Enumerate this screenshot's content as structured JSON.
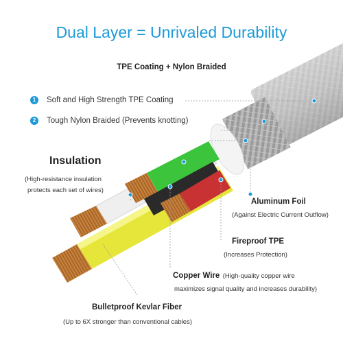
{
  "header": {
    "title": "Dual Layer = Unrivaled Durability",
    "subtitle": "TPE Coating + Nylon Braided"
  },
  "features": [
    {
      "number": "1",
      "text": "Soft and High Strength TPE Coating"
    },
    {
      "number": "2",
      "text": "Tough Nylon Braided  (Prevents knotting)"
    }
  ],
  "labels": {
    "insulation": {
      "title": "Insulation",
      "desc_line1": "(High-resistance insulation",
      "desc_line2": "protects each set of wires)"
    },
    "aluminum": {
      "title": "Aluminum Foil",
      "desc": "(Against Electric Current Outflow)"
    },
    "fireproof": {
      "title": "Fireproof TPE",
      "desc": "(Increases Protection)"
    },
    "copper": {
      "title": "Copper Wire",
      "desc_line1": "(High-quality copper wire",
      "desc_line2": "maximizes signal quality and increases durability)"
    },
    "kevlar": {
      "title": "Bulletproof Kevlar Fiber",
      "desc": "(Up to 6X stronger than conventional cables)"
    }
  },
  "colors": {
    "accent": "#1e9ad8",
    "wire_green": "#3cc43c",
    "wire_red": "#c83232",
    "wire_yellow": "#e8e83a",
    "wire_white": "#f0f0f0",
    "copper": "#c8843c",
    "braid": "#a8a8a8"
  }
}
